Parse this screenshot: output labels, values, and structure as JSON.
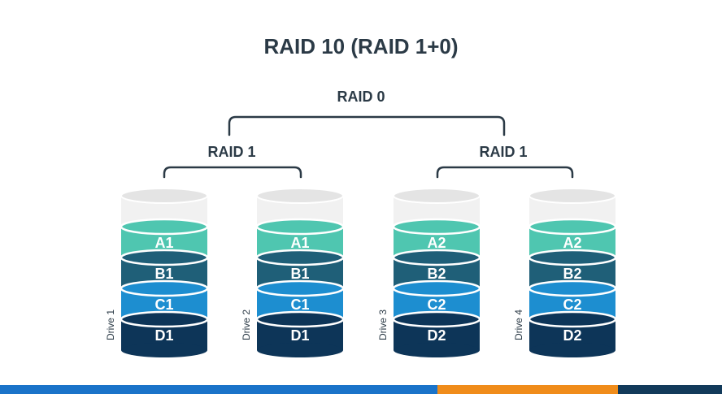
{
  "title": "RAID 10 (RAID 1+0)",
  "groups": {
    "raid0_label": "RAID 0",
    "raid1_left_label": "RAID 1",
    "raid1_right_label": "RAID 1"
  },
  "drives": [
    {
      "label": "Drive 1",
      "blocks": [
        "A1",
        "B1",
        "C1",
        "D1"
      ]
    },
    {
      "label": "Drive 2",
      "blocks": [
        "A1",
        "B1",
        "C1",
        "D1"
      ]
    },
    {
      "label": "Drive 3",
      "blocks": [
        "A2",
        "B2",
        "C2",
        "D2"
      ]
    },
    {
      "label": "Drive 4",
      "blocks": [
        "A2",
        "B2",
        "C2",
        "D2"
      ]
    }
  ],
  "colors": {
    "text_dark": "#2b3a46",
    "bracket": "#2b3a46",
    "disk_top_empty": "#e4e4e4",
    "disk_empty_body": "#f1f1f1",
    "layer_a": "#4fc6b0",
    "layer_b": "#1f5f78",
    "layer_c": "#1d8ed0",
    "layer_d": "#0d3558",
    "footer_blue": "#1a73c9",
    "footer_orange": "#f08c1a",
    "footer_navy": "#123a5a"
  }
}
